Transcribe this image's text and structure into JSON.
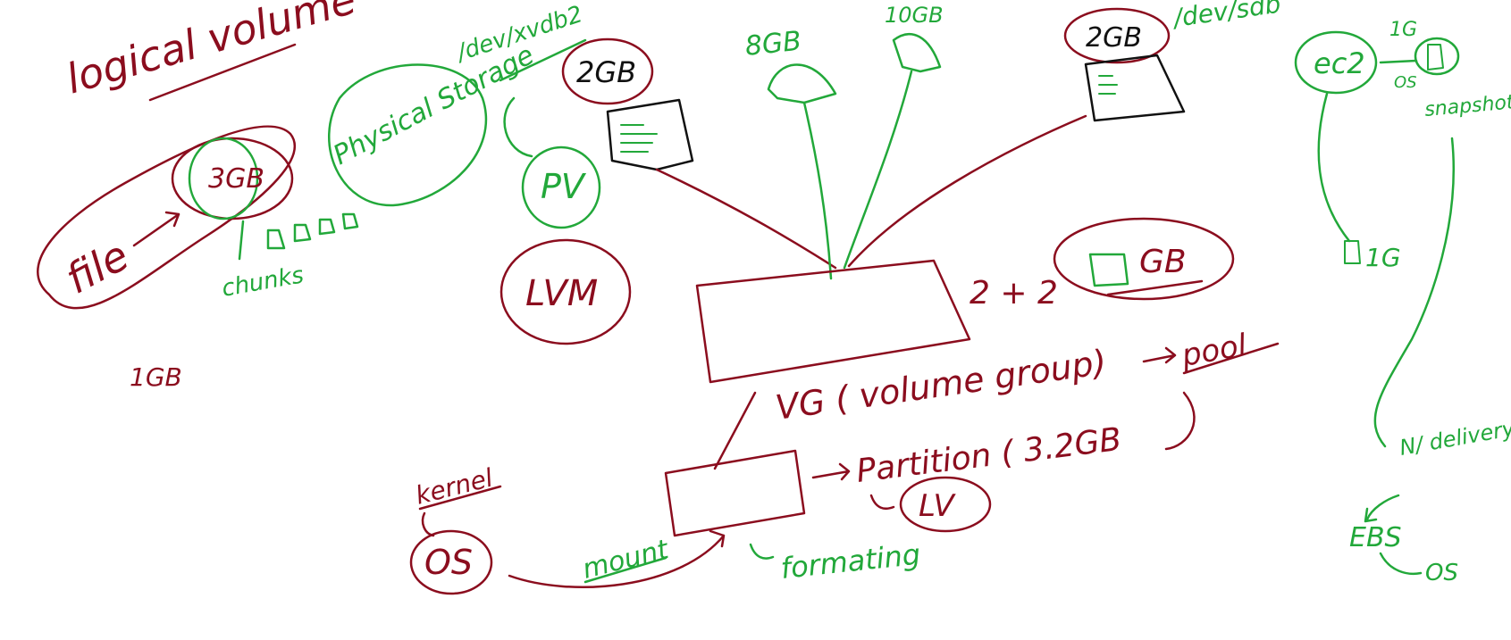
{
  "colors": {
    "maroon": "#8b0d1e",
    "green": "#22a83a",
    "black": "#111111",
    "background": "#ffffff"
  },
  "labels": {
    "logical_volume": "logical volume",
    "file": "file",
    "three_gb": "3GB",
    "chunks": "chunks",
    "one_gb_left": "1GB",
    "physical_storage": "Physical Storage",
    "dev_xvdb2": "/dev/xvdb2",
    "two_gb_left": "2GB",
    "pv": "PV",
    "lvm": "LVM",
    "eight_gb": "8GB",
    "ten_gb": "10GB",
    "two_gb_right": "2GB",
    "dev_sdb": "/dev/sdb",
    "sum_text": "2 + 2",
    "sum_result": "GB",
    "pool": "pool",
    "vg_volume_group": "VG ( volume group)",
    "kernel": "kernel",
    "os_left": "OS",
    "mount": "mount",
    "partition": "Partition ( 3.2GB",
    "lv": "LV",
    "formatting": "formating",
    "ec2": "ec2",
    "one_gb_right": "1G",
    "os_ec2": "OS",
    "snapshot": "snapshot",
    "one_gb_ebs": "1G",
    "new_snapshot": "N/ delivery snapshot",
    "ebs": "EBS",
    "os_ebs": "OS"
  }
}
